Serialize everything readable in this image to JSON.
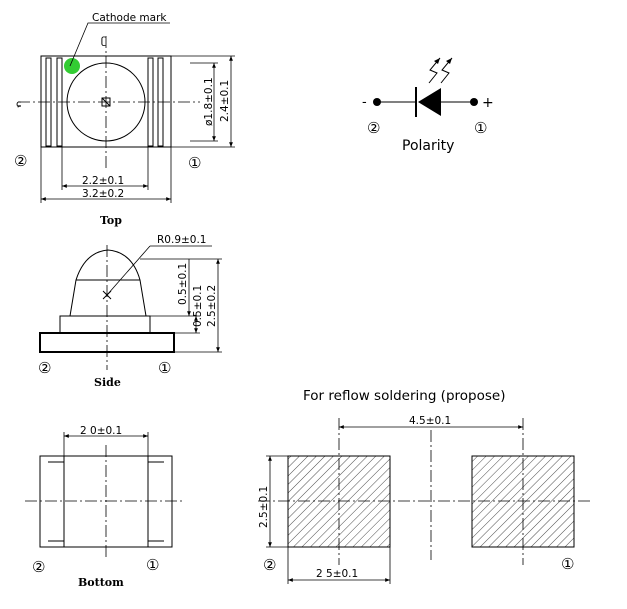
{
  "top_view": {
    "caption": "Top",
    "cathode_label": "Cathode mark",
    "dim_dome_diameter": "ø1.8±0.1",
    "dim_height": "2.4±0.1",
    "dim_inner_width": "2.2±0.1",
    "dim_outer_width": "3.2±0.2",
    "pin_left": "②",
    "pin_right": "①",
    "cathode_color": "#33cc33"
  },
  "polarity": {
    "title": "Polarity",
    "minus": "-",
    "plus": "+",
    "pin_left": "②",
    "pin_right": "①"
  },
  "side_view": {
    "caption": "Side",
    "dim_radius": "R0.9±0.1",
    "dim_a": "0.5±0.1",
    "dim_b": "0.5±0.1",
    "dim_total": "2.5±0.2",
    "pin_left": "②",
    "pin_right": "①"
  },
  "bottom_view": {
    "caption": "Bottom",
    "dim_width": "2 0±0.1",
    "pin_left": "②",
    "pin_right": "①"
  },
  "soldering": {
    "title": "For reflow soldering (propose)",
    "dim_pitch": "4.5±0.1",
    "dim_pad_height": "2.5±0.1",
    "dim_pad_width": "2 5±0.1",
    "pin_left": "②",
    "pin_right": "①"
  }
}
